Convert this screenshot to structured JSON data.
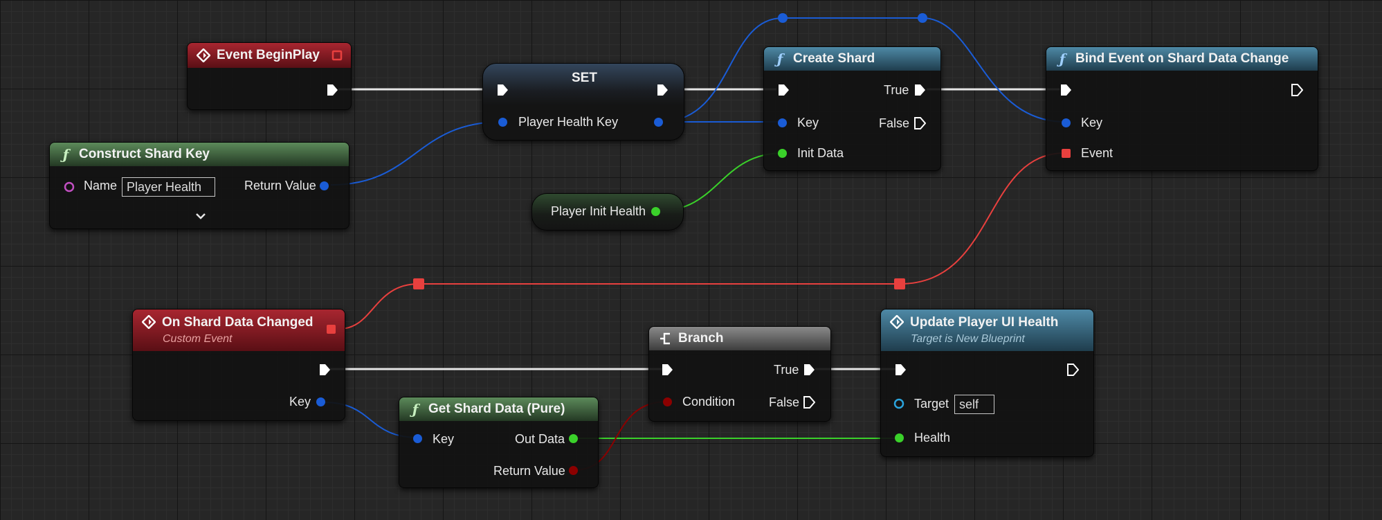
{
  "colors": {
    "exec": "#f2f2f2",
    "struct_pin": "#1a5cd6",
    "float_pin": "#3ad12a",
    "delegate_pin": "#e8403e",
    "bool_pin": "#8c0000",
    "object_pin": "#2ba4dd",
    "name_pin": "#c24fc2",
    "event_header": "#a82630",
    "function_header": "#4e89a6",
    "pure_header": "#5c8a5a",
    "branch_header": "#8a8a8a"
  },
  "nodes": {
    "event_begin_play": {
      "title": "Event BeginPlay",
      "icon": "event-diamond-icon"
    },
    "construct_shard_key": {
      "title": "Construct Shard Key",
      "icon": "function-icon",
      "name_label": "Name",
      "name_value": "Player Health",
      "return_label": "Return Value",
      "expand_icon": "chevron-down-icon"
    },
    "set": {
      "title": "SET",
      "var_label": "Player Health Key"
    },
    "create_shard": {
      "title": "Create Shard",
      "icon": "function-icon",
      "key_label": "Key",
      "init_label": "Init Data",
      "true_label": "True",
      "false_label": "False"
    },
    "player_init_health": {
      "label": "Player Init Health"
    },
    "bind_event": {
      "title": "Bind Event on Shard Data Change",
      "icon": "function-icon",
      "key_label": "Key",
      "event_label": "Event"
    },
    "on_shard_data_changed": {
      "title": "On Shard Data Changed",
      "subtitle": "Custom Event",
      "icon": "event-diamond-icon",
      "key_label": "Key"
    },
    "get_shard_data": {
      "title": "Get Shard Data (Pure)",
      "icon": "function-icon",
      "key_label": "Key",
      "out_label": "Out Data",
      "return_label": "Return Value"
    },
    "branch": {
      "title": "Branch",
      "icon": "branch-icon",
      "condition_label": "Condition",
      "true_label": "True",
      "false_label": "False"
    },
    "update_player_ui": {
      "title": "Update Player UI Health",
      "subtitle": "Target is New Blueprint",
      "icon": "event-diamond-icon",
      "target_label": "Target",
      "target_value": "self",
      "health_label": "Health"
    }
  }
}
